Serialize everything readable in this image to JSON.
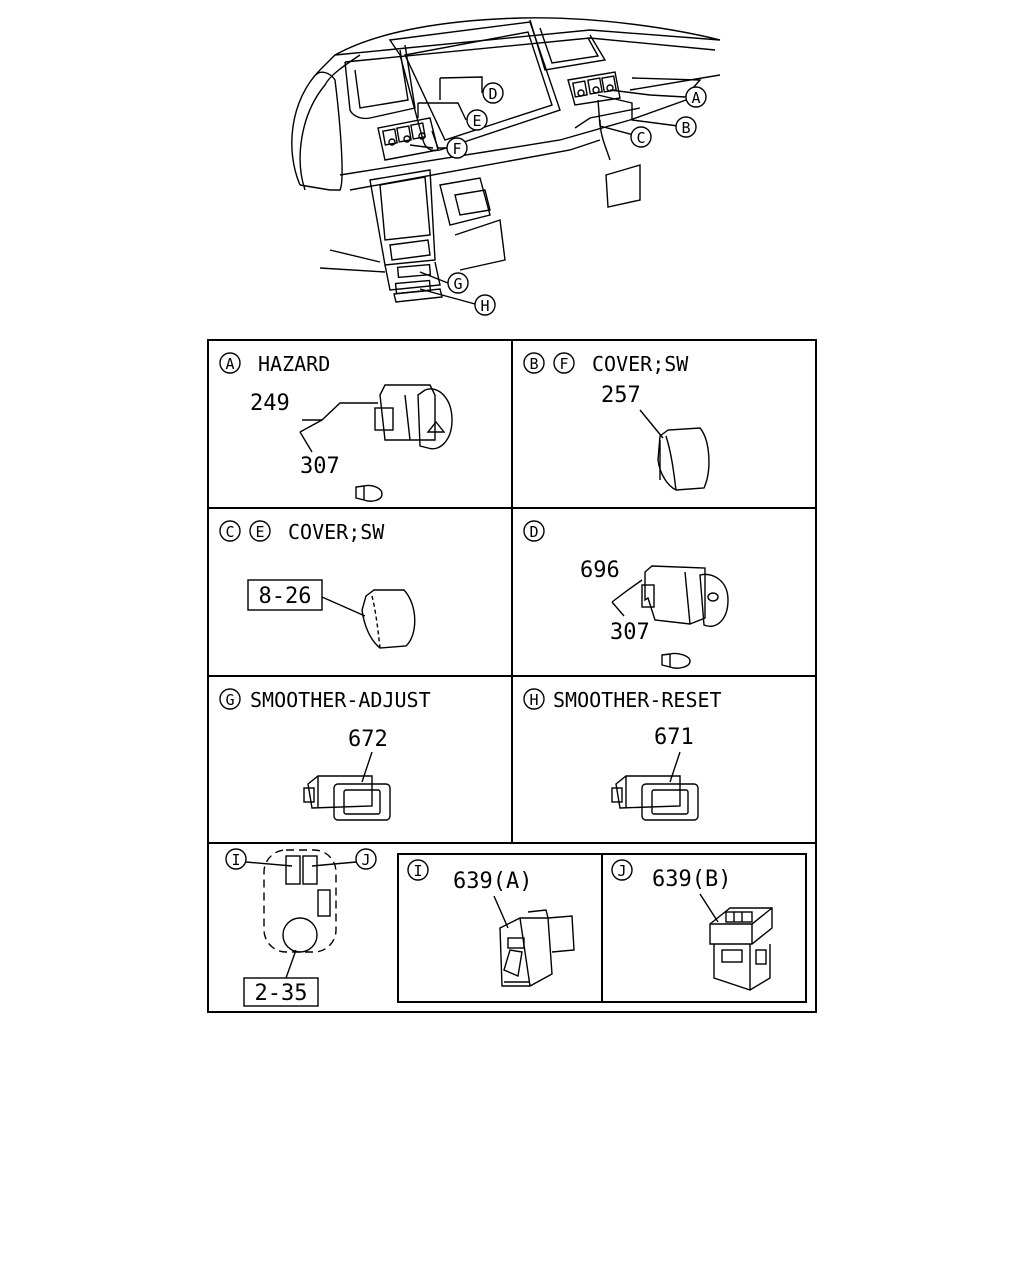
{
  "overview": {
    "callouts": [
      "A",
      "B",
      "C",
      "D",
      "E",
      "F",
      "G",
      "H"
    ]
  },
  "panels": [
    {
      "id": "panel-a",
      "letters": [
        "A"
      ],
      "title": "HAZARD",
      "parts": [
        "249",
        "307"
      ]
    },
    {
      "id": "panel-bf",
      "letters": [
        "B",
        "F"
      ],
      "title": "COVER;SW",
      "parts": [
        "257"
      ]
    },
    {
      "id": "panel-ce",
      "letters": [
        "C",
        "E"
      ],
      "title": "COVER;SW",
      "parts": [
        "8-26"
      ]
    },
    {
      "id": "panel-d",
      "letters": [
        "D"
      ],
      "title": "",
      "parts": [
        "696",
        "307"
      ]
    },
    {
      "id": "panel-g",
      "letters": [
        "G"
      ],
      "title": "SMOOTHER-ADJUST",
      "parts": [
        "672"
      ]
    },
    {
      "id": "panel-h",
      "letters": [
        "H"
      ],
      "title": "SMOOTHER-RESET",
      "parts": [
        "671"
      ]
    },
    {
      "id": "panel-ij",
      "letters": [
        "I",
        "J"
      ],
      "title": "",
      "parts": [
        "2-35"
      ]
    },
    {
      "id": "panel-i",
      "letters": [
        "I"
      ],
      "title": "",
      "parts": [
        "639(A)"
      ]
    },
    {
      "id": "panel-j",
      "letters": [
        "J"
      ],
      "title": "",
      "parts": [
        "639(B)"
      ]
    }
  ]
}
